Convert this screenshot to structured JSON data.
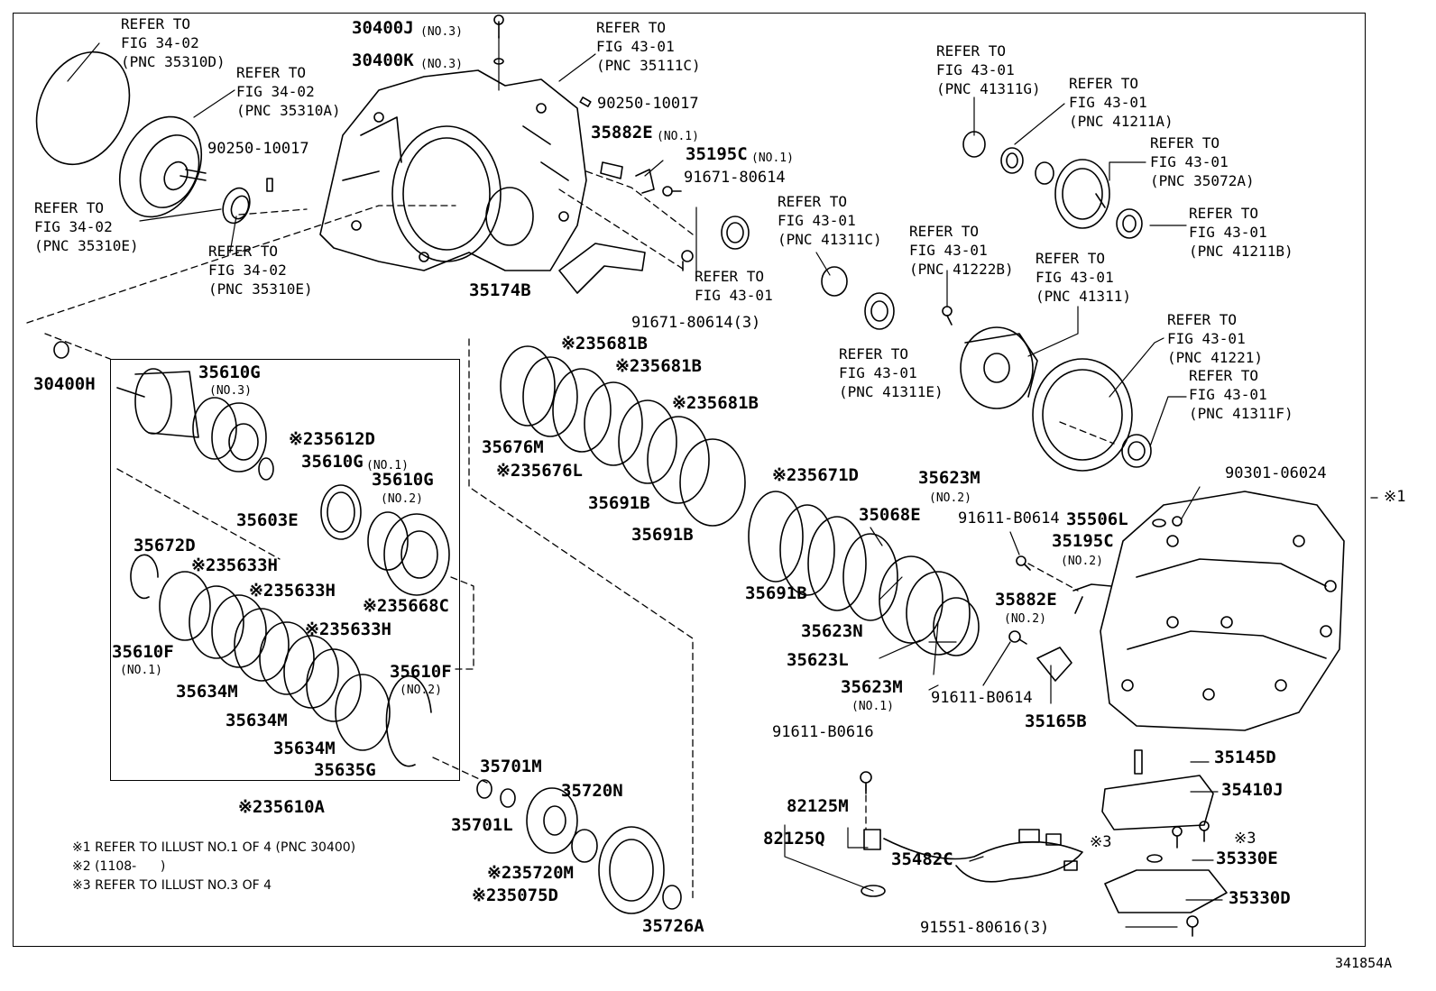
{
  "diagram_id": "341854A",
  "side_marker": "※1",
  "footnotes": [
    "※1 REFER TO ILLUST NO.1 OF 4 (PNC 30400)",
    "※2 (1108-      )",
    "※3 REFER TO ILLUST NO.3 OF 4"
  ],
  "refs": {
    "r35310D": "REFER TO\nFIG 34-02\n(PNC 35310D)",
    "r35310A": "REFER TO\nFIG 34-02\n(PNC 35310A)",
    "r35310E_a": "REFER TO\nFIG 34-02\n(PNC 35310E)",
    "r35310E_b": "REFER TO\nFIG 34-02\n(PNC 35310E)",
    "r35111C": "REFER TO\nFIG 43-01\n(PNC 35111C)",
    "r41311G": "REFER TO\nFIG 43-01\n(PNC 41311G)",
    "r41211A": "REFER TO\nFIG 43-01\n(PNC 41211A)",
    "r35072A": "REFER TO\nFIG 43-01\n(PNC 35072A)",
    "r41211B": "REFER TO\nFIG 43-01\n(PNC 41211B)",
    "r41311C": "REFER TO\nFIG 43-01\n(PNC 41311C)",
    "r41222B": "REFER TO\nFIG 43-01\n(PNC 41222B)",
    "r41311": "REFER TO\nFIG 43-01\n(PNC 41311)",
    "r41221": "REFER TO\nFIG 43-01\n(PNC 41221)",
    "r41311F": "REFER TO\nFIG 43-01\n(PNC 41311F)",
    "r41311E": "REFER TO\nFIG 43-01\n(PNC 41311E)",
    "r4301": "REFER TO\nFIG 43-01"
  },
  "parts": {
    "p30400J": "30400J",
    "p30400J_n": "(NO.3)",
    "p30400K": "30400K",
    "p30400K_n": "(NO.3)",
    "p90250a": "90250-10017",
    "p90250b": "90250-10017",
    "p35882E1": "35882E",
    "p35882E1_n": "(NO.1)",
    "p35195C1": "35195C",
    "p35195C1_n": "(NO.1)",
    "p91671a": "91671-80614",
    "p91671b": "91671-80614(3)",
    "p35174B": "35174B",
    "p30400H": "30400H",
    "p35610G3": "35610G",
    "p35610G3_n": "(NO.3)",
    "p35612D": "※235612D",
    "p35610G1": "35610G",
    "p35610G1_n": "(NO.1)",
    "p35610G2": "35610G",
    "p35610G2_n": "(NO.2)",
    "p35603E": "35603E",
    "p35672D": "35672D",
    "p35633H_a": "※235633H",
    "p35633H_b": "※235633H",
    "p35633H_c": "※235633H",
    "p35668C": "※235668C",
    "p35610F1": "35610F",
    "p35610F1_n": "(NO.1)",
    "p35634M_a": "35634M",
    "p35634M_b": "35634M",
    "p35634M_c": "35634M",
    "p35610F2": "35610F",
    "p35610F2_n": "(NO.2)",
    "p35635G": "35635G",
    "p35610A": "※235610A",
    "p35681B_a": "※235681B",
    "p35681B_b": "※235681B",
    "p35681B_c": "※235681B",
    "p35676M": "35676M",
    "p35676L": "※235676L",
    "p35691B_a": "35691B",
    "p35691B_b": "35691B",
    "p35691B_c": "35691B",
    "p35671D": "※235671D",
    "p35623M2": "35623M",
    "p35623M2_n": "(NO.2)",
    "p35068E": "35068E",
    "p35623N": "35623N",
    "p35623L": "35623L",
    "p35623M1": "35623M",
    "p35623M1_n": "(NO.1)",
    "p35701M": "35701M",
    "p35701L": "35701L",
    "p35720N": "35720N",
    "p35720M": "※235720M",
    "p35075D": "※235075D",
    "p35726A": "35726A",
    "p90301": "90301-06024",
    "p91611a": "91611-B0614",
    "p91611b": "91611-B0614",
    "p91611c": "91611-B0616",
    "p35506L": "35506L",
    "p35195C2": "35195C",
    "p35195C2_n": "(NO.2)",
    "p35882E2": "35882E",
    "p35882E2_n": "(NO.2)",
    "p35165B": "35165B",
    "p35145D": "35145D",
    "p35410J": "35410J",
    "p82125M": "82125M",
    "p82125Q": "82125Q",
    "p35482C": "35482C",
    "p35330E": "35330E",
    "p35330D": "35330D",
    "p91551": "91551-80616(3)",
    "mk3a": "※3",
    "mk3b": "※3"
  }
}
